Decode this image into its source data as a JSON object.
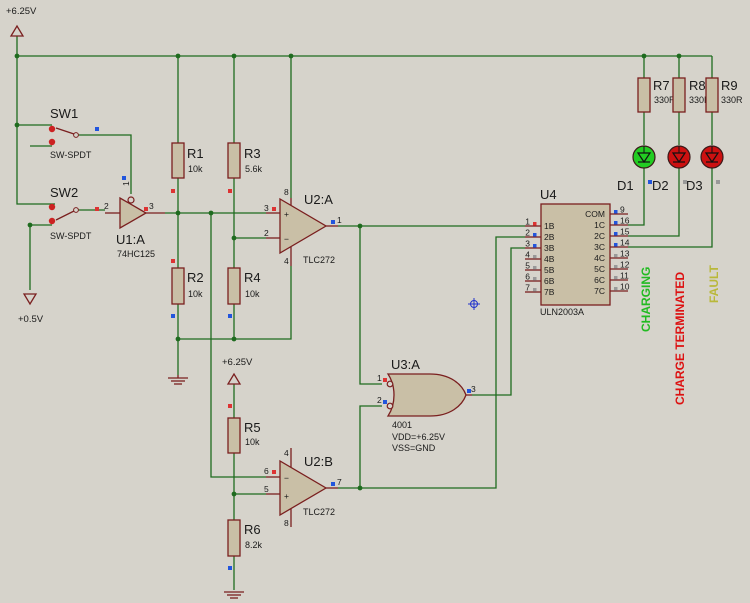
{
  "rails": {
    "top_left": "+6.25V",
    "bottom_left": "+0.5V",
    "lower": "+6.25V"
  },
  "switches": [
    {
      "ref": "SW1",
      "type": "SW-SPDT"
    },
    {
      "ref": "SW2",
      "type": "SW-SPDT"
    }
  ],
  "buffer": {
    "ref": "U1:A",
    "part": "74HC125",
    "pins": {
      "in": "2",
      "out": "3",
      "oe": "1"
    }
  },
  "resistors": [
    {
      "ref": "R1",
      "value": "10k"
    },
    {
      "ref": "R2",
      "value": "10k"
    },
    {
      "ref": "R3",
      "value": "5.6k"
    },
    {
      "ref": "R4",
      "value": "10k"
    },
    {
      "ref": "R5",
      "value": "10k"
    },
    {
      "ref": "R6",
      "value": "8.2k"
    },
    {
      "ref": "R7",
      "value": "330R"
    },
    {
      "ref": "R8",
      "value": "330R"
    },
    {
      "ref": "R9",
      "value": "330R"
    }
  ],
  "opamp_a": {
    "ref": "U2:A",
    "part": "TLC272",
    "pins": {
      "plus": "3",
      "minus": "2",
      "out": "1",
      "vcc": "8",
      "gnd": "4"
    },
    "plus_sign": "+",
    "minus_sign": "−"
  },
  "opamp_b": {
    "ref": "U2:B",
    "part": "TLC272",
    "pins": {
      "minus": "6",
      "plus": "5",
      "out": "7",
      "vcc": "4",
      "gnd": "8"
    },
    "plus_sign": "+",
    "minus_sign": "−"
  },
  "nor_gate": {
    "ref": "U3:A",
    "part": "4001",
    "vdd": "VDD=+6.25V",
    "vss": "VSS=GND",
    "pins": {
      "a": "1",
      "b": "2",
      "out": "3"
    }
  },
  "driver": {
    "ref": "U4",
    "part": "ULN2003A",
    "left_labels": [
      "1B",
      "2B",
      "3B",
      "4B",
      "5B",
      "6B",
      "7B"
    ],
    "left_pins": [
      "1",
      "2",
      "3",
      "4",
      "5",
      "6",
      "7"
    ],
    "right_labels": [
      "COM",
      "1C",
      "2C",
      "3C",
      "4C",
      "5C",
      "6C",
      "7C"
    ],
    "right_pins": [
      "9",
      "16",
      "15",
      "14",
      "13",
      "12",
      "11",
      "10"
    ]
  },
  "leds": [
    {
      "ref": "D1",
      "color": "#22cc22"
    },
    {
      "ref": "D2",
      "color": "#cc1111"
    },
    {
      "ref": "D3",
      "color": "#cc1111"
    }
  ],
  "indicators": [
    {
      "text": "CHARGING",
      "color": "#22bb22"
    },
    {
      "text": "CHARGE TERMINATED",
      "color": "#dd1111"
    },
    {
      "text": "FAULT",
      "color": "#b9b83a"
    }
  ]
}
